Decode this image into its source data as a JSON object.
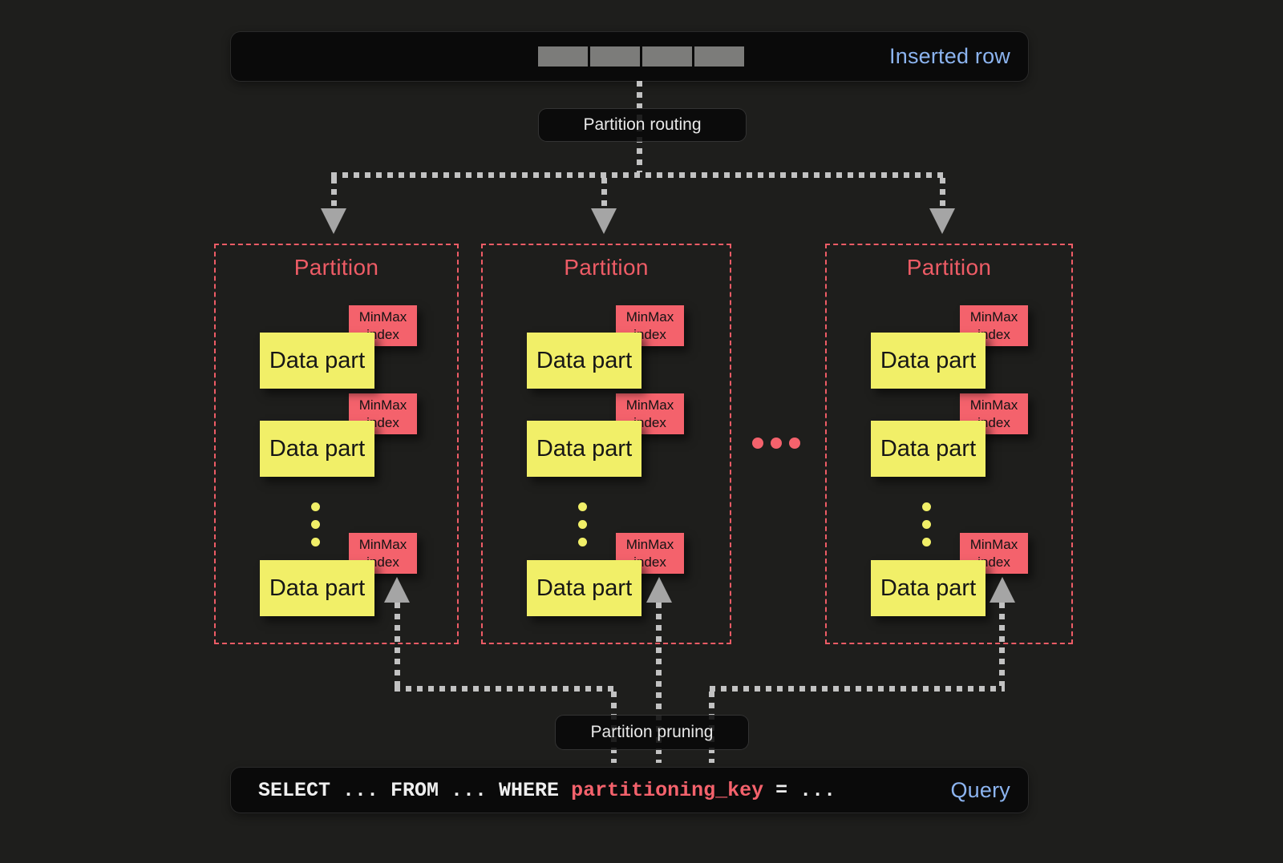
{
  "colors": {
    "background": "#1e1e1c",
    "bar_bg": "#0a0a0a",
    "accent_blue": "#8cb4f0",
    "accent_red": "#f4626c",
    "partition_red": "#ee5c66",
    "yellow": "#f1ef68",
    "gray_line": "#c2c2c2",
    "arrow_gray": "#a5a5a5",
    "row_segment": "#7c7c7a"
  },
  "inserted_row": {
    "label": "Inserted row",
    "segment_count": 4
  },
  "labels": {
    "routing": "Partition routing",
    "pruning": "Partition pruning"
  },
  "partitions": [
    {
      "title": "Partition",
      "parts": [
        {
          "part_label": "Data part",
          "index_label": "MinMax index"
        },
        {
          "part_label": "Data part",
          "index_label": "MinMax index"
        },
        {
          "part_label": "Data part",
          "index_label": "MinMax index"
        }
      ]
    },
    {
      "title": "Partition",
      "parts": [
        {
          "part_label": "Data part",
          "index_label": "MinMax index"
        },
        {
          "part_label": "Data part",
          "index_label": "MinMax index"
        },
        {
          "part_label": "Data part",
          "index_label": "MinMax index"
        }
      ]
    },
    {
      "title": "Partition",
      "parts": [
        {
          "part_label": "Data part",
          "index_label": "MinMax index"
        },
        {
          "part_label": "Data part",
          "index_label": "MinMax index"
        },
        {
          "part_label": "Data part",
          "index_label": "MinMax index"
        }
      ]
    }
  ],
  "query": {
    "prefix": "SELECT ... FROM ... WHERE ",
    "key": "partitioning_key",
    "suffix": " = ...",
    "label": "Query"
  }
}
